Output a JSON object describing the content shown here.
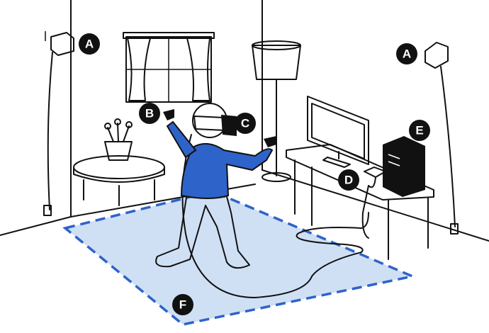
{
  "colors": {
    "accent": "#2e63c9",
    "play_area": "#cfe0f4",
    "play_area_border": "#2e63c9",
    "ink": "#111111"
  },
  "labels": {
    "base_station_left": "A",
    "base_station_right": "A",
    "controllers": "B",
    "headset": "C",
    "link_box": "D",
    "computer": "E",
    "play_area": "F"
  }
}
